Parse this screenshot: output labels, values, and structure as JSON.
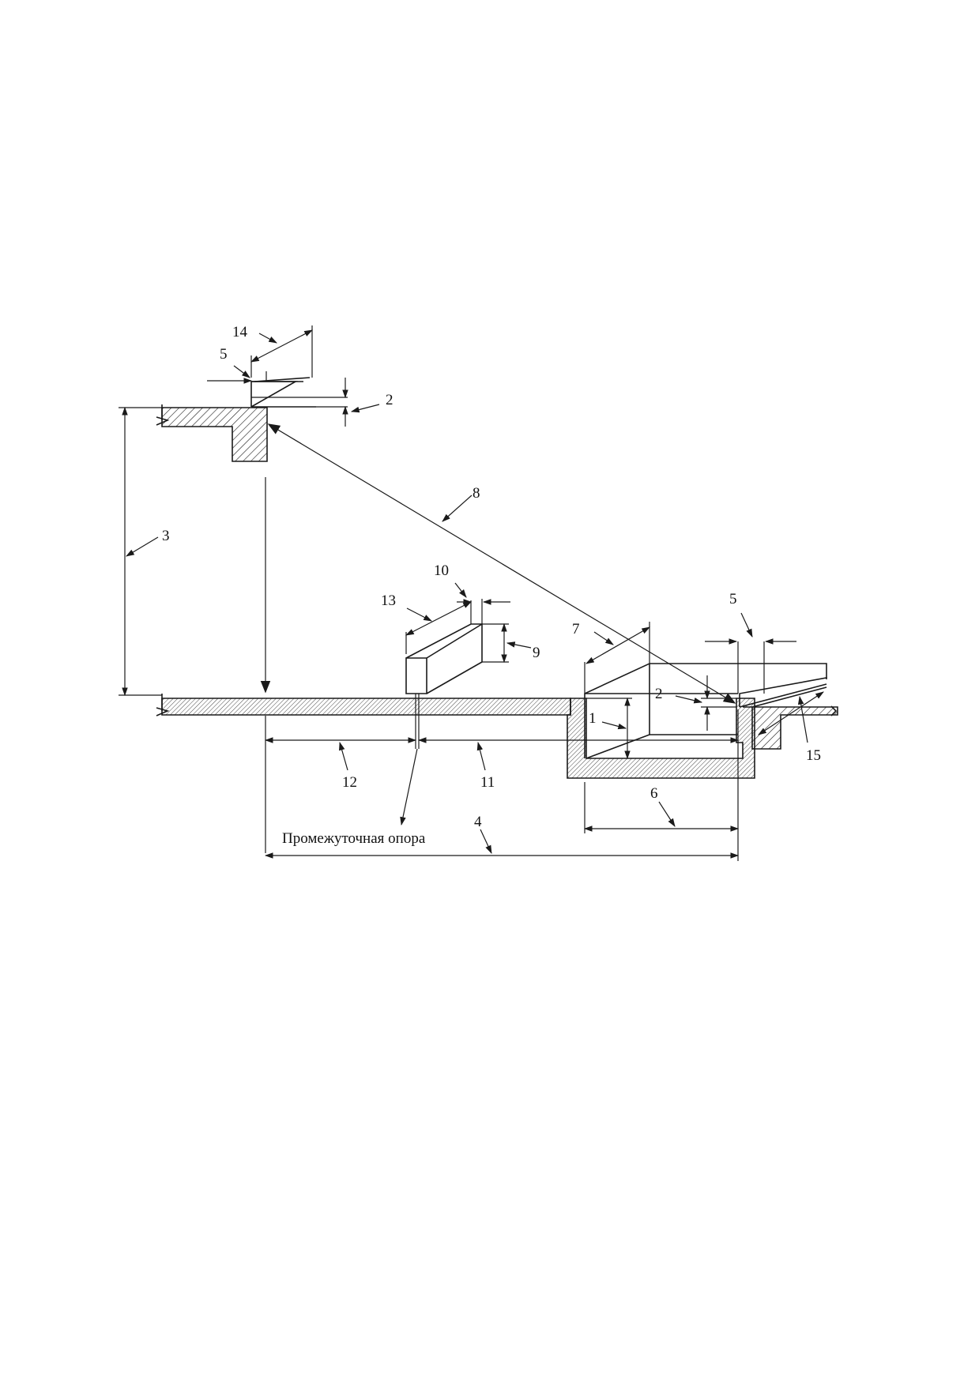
{
  "labels": {
    "l14": "14",
    "l5a": "5",
    "l2a": "2",
    "l3": "3",
    "l8": "8",
    "l10": "10",
    "l13": "13",
    "l9": "9",
    "l7": "7",
    "l5b": "5",
    "l2b": "2",
    "l1": "1",
    "l15": "15",
    "l12": "12",
    "l11": "11",
    "l6": "6",
    "l4": "4"
  },
  "caption": "Промежуточная опора"
}
